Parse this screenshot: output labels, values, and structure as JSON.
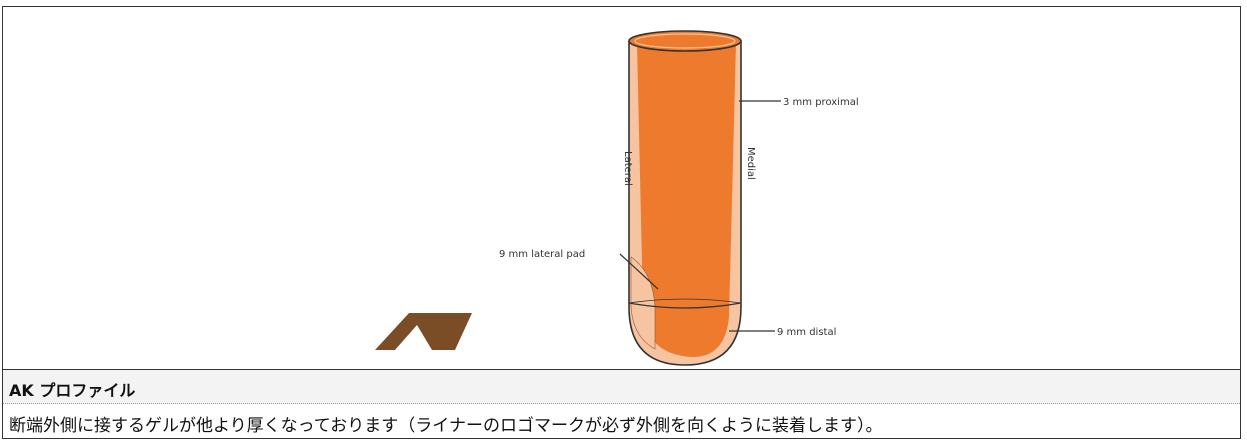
{
  "diagram": {
    "labels": {
      "proximal": "3 mm proximal",
      "lateral_pad": "9 mm lateral pad",
      "distal": "9 mm distal",
      "lateral": "Lateral",
      "medial": "Medial"
    },
    "colors": {
      "liner_core": "#ee7a2e",
      "gel_edge": "#f6c4a1",
      "logo": "#7a4d26"
    }
  },
  "caption": {
    "title": "AK プロファイル",
    "description": "断端外側に接するゲルが他より厚くなっております（ライナーのロゴマークが必ず外側を向くように装着します）。"
  }
}
